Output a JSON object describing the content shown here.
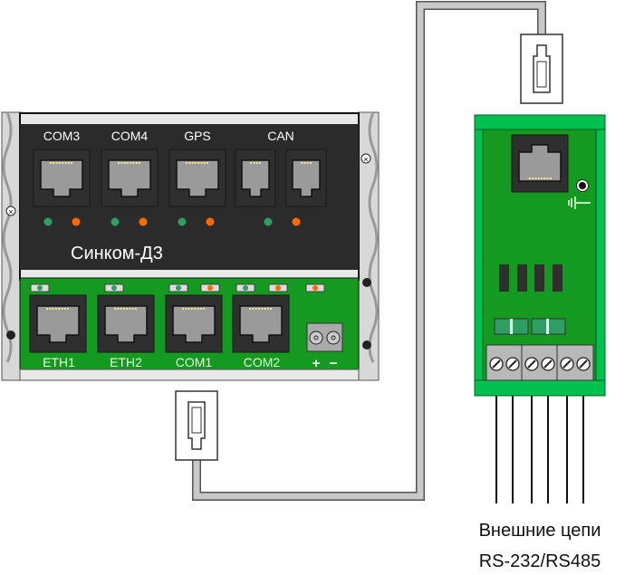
{
  "device": {
    "name": "Синком-Д3",
    "top_ports": [
      "COM3",
      "COM4",
      "GPS",
      "CAN"
    ],
    "bottom_ports": [
      "ETH1",
      "ETH2",
      "COM1",
      "COM2"
    ],
    "power_plus": "+",
    "power_minus": "−"
  },
  "caption": {
    "line1": "Внешние цепи",
    "line2": "RS-232/RS485"
  },
  "colors": {
    "board_green": "#159a21",
    "module_green": "#00c050",
    "panel_black": "#2b2b2b",
    "led_green": "#2e9e62",
    "led_orange": "#ff6a00",
    "cable_gray": "#c8c8c8"
  }
}
